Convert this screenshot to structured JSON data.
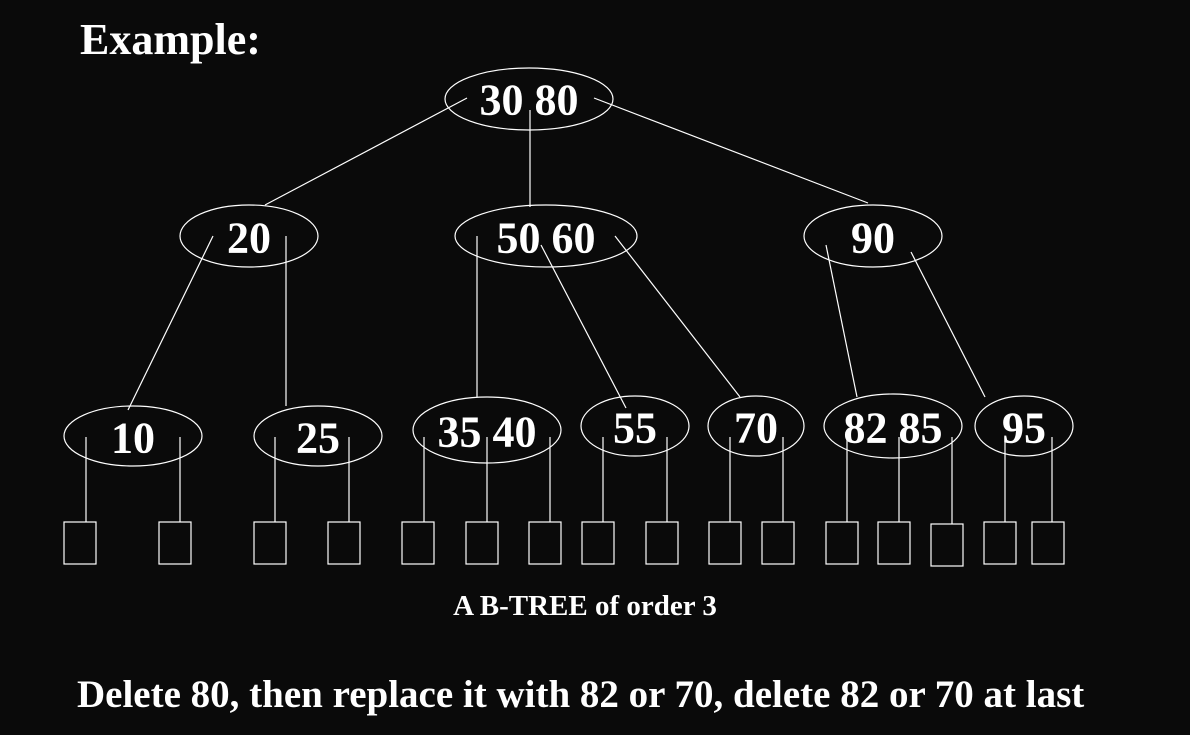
{
  "slide": {
    "title": "Example:",
    "caption": "A B-TREE of order 3",
    "instruction": "Delete 80, then replace it with 82 or 70, delete 82 or 70 at last"
  },
  "tree": {
    "root": {
      "id": "root",
      "label": "30 80",
      "keys": [
        30,
        80
      ]
    },
    "internal_nodes": [
      {
        "id": "n20",
        "label": "20",
        "keys": [
          20
        ]
      },
      {
        "id": "n5060",
        "label": "50 60",
        "keys": [
          50,
          60
        ]
      },
      {
        "id": "n90",
        "label": "90",
        "keys": [
          90
        ]
      }
    ],
    "leaf_nodes": [
      {
        "id": "l10",
        "label": "10",
        "keys": [
          10
        ]
      },
      {
        "id": "l25",
        "label": "25",
        "keys": [
          25
        ]
      },
      {
        "id": "l3540",
        "label": "35 40",
        "keys": [
          35,
          40
        ]
      },
      {
        "id": "l55",
        "label": "55",
        "keys": [
          55
        ]
      },
      {
        "id": "l70",
        "label": "70",
        "keys": [
          70
        ]
      },
      {
        "id": "l8285",
        "label": "82 85",
        "keys": [
          82,
          85
        ]
      },
      {
        "id": "l95",
        "label": "95",
        "keys": [
          95
        ]
      }
    ],
    "edges": [
      [
        "root",
        "n20"
      ],
      [
        "root",
        "n5060"
      ],
      [
        "root",
        "n90"
      ],
      [
        "n20",
        "l10"
      ],
      [
        "n20",
        "l25"
      ],
      [
        "n5060",
        "l3540"
      ],
      [
        "n5060",
        "l55"
      ],
      [
        "n5060",
        "l70"
      ],
      [
        "n90",
        "l8285"
      ],
      [
        "n90",
        "l95"
      ]
    ],
    "empty_child_pointers": 16
  }
}
